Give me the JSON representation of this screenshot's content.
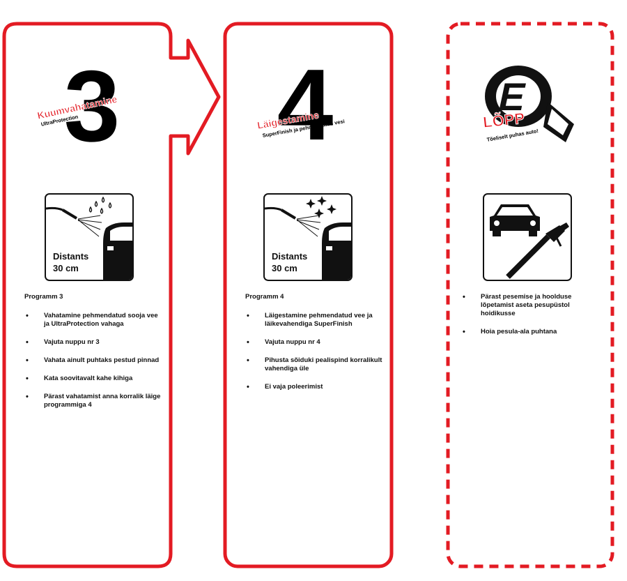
{
  "panels": [
    {
      "number": "3",
      "title": "Kuumvahatamine",
      "subtitle": "UltraProtection",
      "icon": "spray-water-drops-car-icon",
      "distance_label": "Distants",
      "distance_value": "30 cm",
      "program_title": "Programm 3",
      "bullets": [
        "Vahatamine pehmendatud sooja vee ja UltraProtection vahaga",
        "Vajuta nuppu nr 3",
        "Vahata ainult puhtaks pestud pinnad",
        "Kata soovitavalt kahe kihiga",
        "Pärast vahatamist anna korralik läige programmiga 4"
      ]
    },
    {
      "number": "4",
      "title": "Läigestamine",
      "subtitle": "SuperFinish ja pehmendatud vesi",
      "icon": "spray-sparkle-car-icon",
      "distance_label": "Distants",
      "distance_value": "30 cm",
      "program_title": "Programm 4",
      "bullets": [
        "Läigestamine pehmendatud vee ja läikevahendiga SuperFinish",
        "Vajuta nuppu nr 4",
        "Pihusta sõiduki pealispind korralikult vahendiga üle",
        "Ei vaja poleerimist"
      ]
    },
    {
      "logo_letter": "E",
      "title": "LÕPP",
      "subtitle": "Tõeliselt puhas auto!",
      "icon": "car-and-spray-gun-icon",
      "bullets": [
        "Pärast pesemise ja hoolduse lõpetamist aseta pesupüstol hoidikusse",
        "Hoia pesula-ala puhtana"
      ]
    }
  ],
  "colors": {
    "accent": "#e31b23",
    "ink": "#111111"
  }
}
